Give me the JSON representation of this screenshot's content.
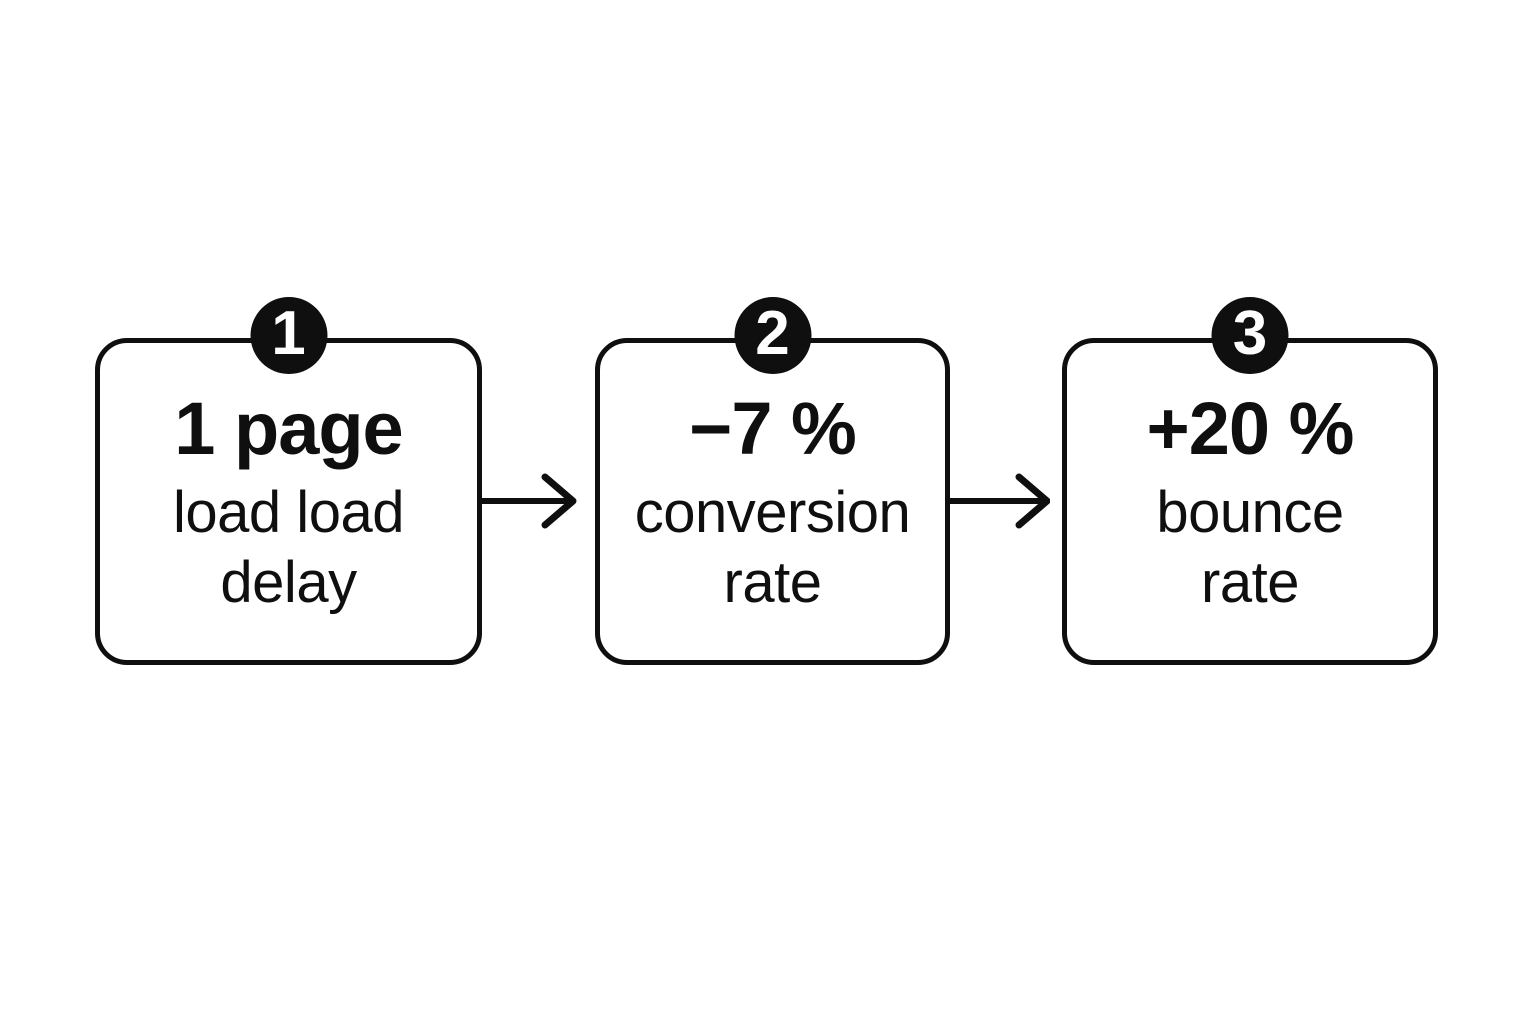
{
  "colors": {
    "ink": "#0f0f0f",
    "bg": "#ffffff"
  },
  "icons": {
    "flow_arrow": "right-arrow"
  },
  "steps": [
    {
      "badge": "1",
      "headline": "1 page",
      "sub_lines": [
        "load load",
        "delay"
      ]
    },
    {
      "badge": "2",
      "headline": "−7 %",
      "sub_lines": [
        "conversion",
        "rate"
      ]
    },
    {
      "badge": "3",
      "headline": "+20 %",
      "sub_lines": [
        "bounce",
        "rate"
      ]
    }
  ]
}
